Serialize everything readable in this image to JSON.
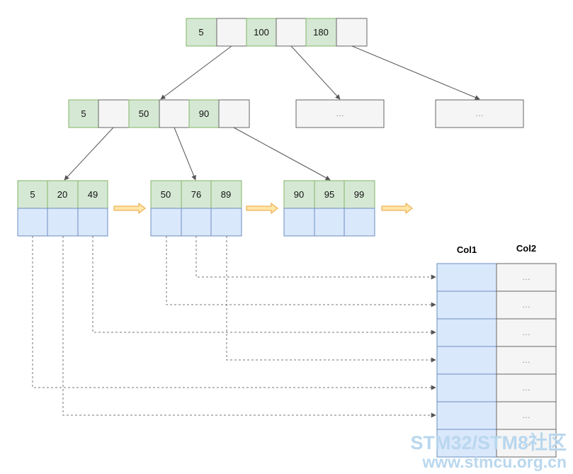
{
  "colors": {
    "key_fill": "#d5e8d4",
    "key_stroke": "#82b366",
    "ptr_fill": "#f5f5f5",
    "ptr_stroke": "#666666",
    "blue_fill": "#dae8fc",
    "blue_stroke": "#6c8ebf",
    "next_arrow_fill": "#ffe6a8",
    "next_arrow_stroke": "#e8a33a",
    "watermark": "#b9d7ee"
  },
  "root": {
    "keys": [
      "5",
      "100",
      "180"
    ]
  },
  "level2": {
    "node": {
      "keys": [
        "5",
        "50",
        "90"
      ]
    },
    "placeholders": [
      "…",
      "…"
    ]
  },
  "leaves": [
    {
      "keys": [
        "5",
        "20",
        "49"
      ]
    },
    {
      "keys": [
        "50",
        "76",
        "89"
      ]
    },
    {
      "keys": [
        "90",
        "95",
        "99"
      ]
    }
  ],
  "table": {
    "headers": [
      "Col1",
      "Col2"
    ],
    "rows": [
      "…",
      "…",
      "…",
      "…",
      "…",
      "…",
      "…"
    ]
  },
  "watermark": {
    "line1": "STM32/STM8社区",
    "line2": "www.stmcu.org.cn"
  }
}
